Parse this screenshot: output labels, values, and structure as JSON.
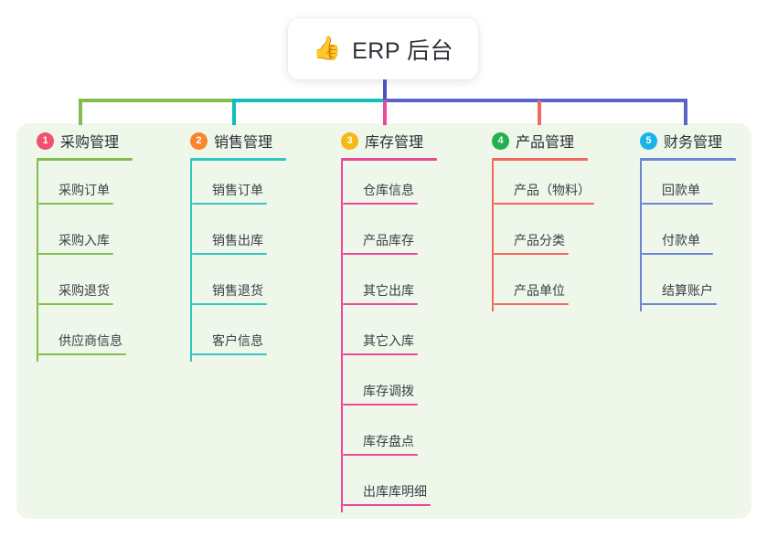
{
  "root": {
    "emoji": "👍",
    "emoji_name": "thumbs-up-icon",
    "title": "ERP 后台"
  },
  "theme": {
    "panel_bg": "#eef7e9",
    "page_bg": "#ffffff",
    "stem_color": "#4a52c8",
    "bus_green": "#82be4e",
    "bus_teal": "#12bdbd",
    "bus_blue": "#5a63c8"
  },
  "columns": [
    {
      "number": "1",
      "title": "采购管理",
      "badge_color": "#f1506e",
      "line_color": "#82be4e",
      "stub_color": "#82be4e",
      "leaves": [
        {
          "label": "采购订单",
          "width": 82
        },
        {
          "label": "采购入库",
          "width": 82
        },
        {
          "label": "采购退货",
          "width": 82
        },
        {
          "label": "供应商信息",
          "width": 96
        }
      ]
    },
    {
      "number": "2",
      "title": "销售管理",
      "badge_color": "#f7862c",
      "line_color": "#34c6c0",
      "stub_color": "#12bdbd",
      "leaves": [
        {
          "label": "销售订单",
          "width": 82
        },
        {
          "label": "销售出库",
          "width": 82
        },
        {
          "label": "销售退货",
          "width": 82
        },
        {
          "label": "客户信息",
          "width": 82
        }
      ]
    },
    {
      "number": "3",
      "title": "库存管理",
      "badge_color": "#f5b816",
      "line_color": "#ec4899",
      "stub_color": "#ec4899",
      "leaves": [
        {
          "label": "仓库信息",
          "width": 82
        },
        {
          "label": "产品库存",
          "width": 82
        },
        {
          "label": "其它出库",
          "width": 82
        },
        {
          "label": "其它入库",
          "width": 82
        },
        {
          "label": "库存调拨",
          "width": 82
        },
        {
          "label": "库存盘点",
          "width": 82
        },
        {
          "label": "出库库明细",
          "width": 96
        }
      ]
    },
    {
      "number": "4",
      "title": "产品管理",
      "badge_color": "#22b14c",
      "line_color": "#f4685f",
      "stub_color": "#f4685f",
      "leaves": [
        {
          "label": "产品（物料）",
          "width": 110
        },
        {
          "label": "产品分类",
          "width": 82
        },
        {
          "label": "产品单位",
          "width": 82
        }
      ]
    },
    {
      "number": "5",
      "title": "财务管理",
      "badge_color": "#18b4e9",
      "line_color": "#6b85d8",
      "stub_color": "#5a63c8",
      "leaves": [
        {
          "label": "回款单",
          "width": 78
        },
        {
          "label": "付款单",
          "width": 78
        },
        {
          "label": "结算账户",
          "width": 82
        }
      ]
    }
  ]
}
